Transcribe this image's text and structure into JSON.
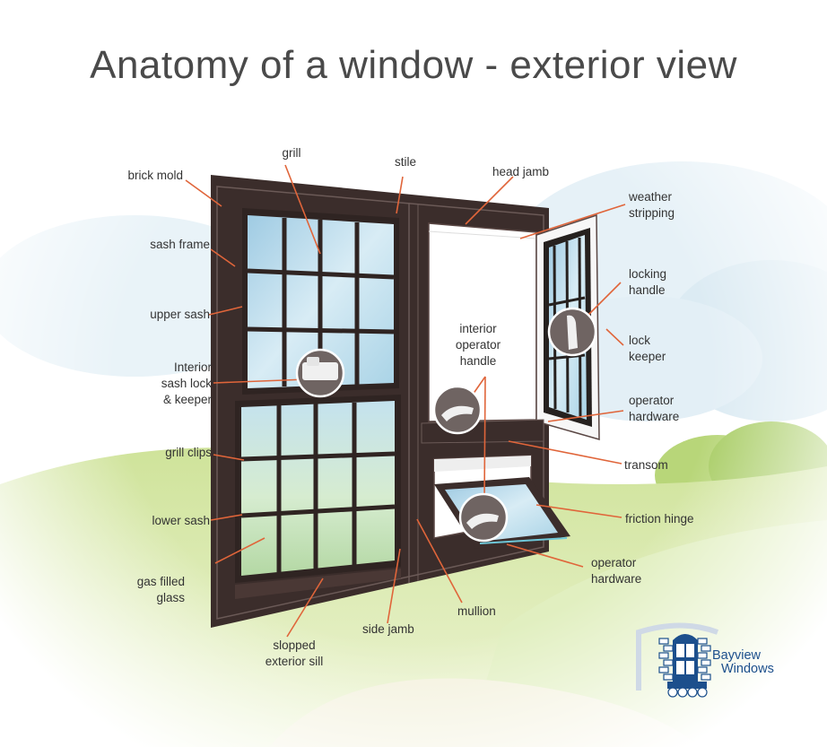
{
  "title": "Anatomy of a window - exterior view",
  "labels": {
    "brick_mold": "brick mold",
    "grill": "grill",
    "stile": "stile",
    "head_jamb": "head jamb",
    "weather_stripping": "weather\nstripping",
    "sash_frame": "sash frame",
    "upper_sash": "upper sash",
    "locking_handle": "locking\nhandle",
    "interior_operator_handle": "interior\noperator\nhandle",
    "lock_keeper": "lock\nkeeper",
    "interior_sash_lock": "Interior\nsash lock\n& keeper",
    "operator_hardware_top": "operator\nhardware",
    "grill_clips": "grill clips",
    "transom": "transom",
    "lower_sash": "lower sash",
    "friction_hinge": "friction hinge",
    "gas_filled_glass": "gas filled\nglass",
    "operator_hardware_bottom": "operator\nhardware",
    "mullion": "mullion",
    "side_jamb": "side jamb",
    "slopped_exterior_sill": "slopped\nexterior sill"
  },
  "logo": {
    "line1": "Bayview",
    "line2": "Windows"
  },
  "colors": {
    "frame": "#3b2d2b",
    "glass": "#b9dbea",
    "leader": "#e0653a",
    "logo": "#1c4f8c",
    "title": "#4a4a4a"
  }
}
